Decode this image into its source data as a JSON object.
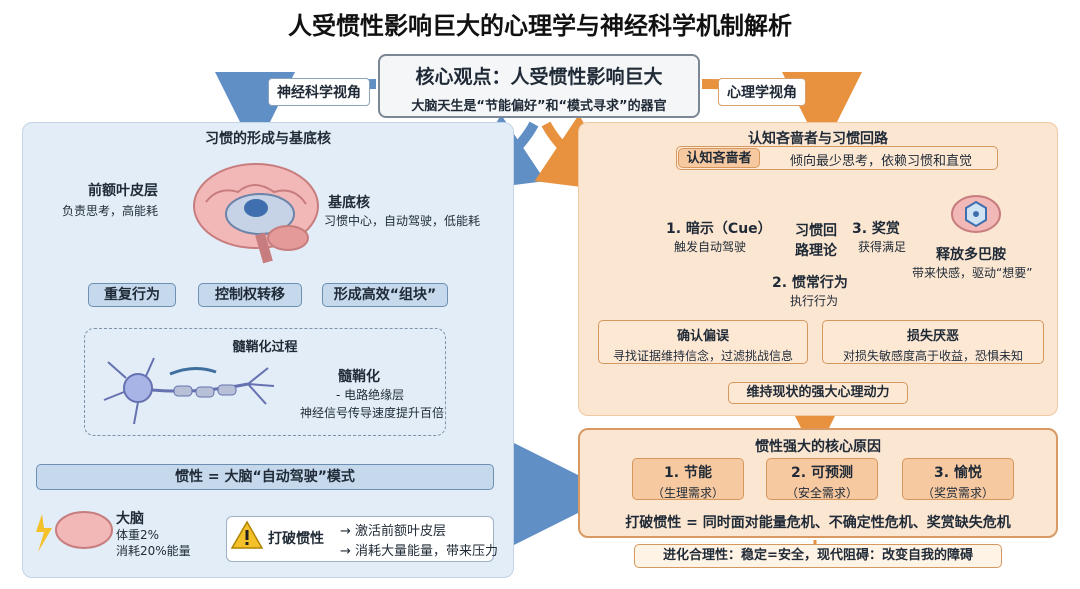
{
  "title": "人受惯性影响巨大的心理学与神经科学机制解析",
  "core": {
    "line1": "核心观点：人受惯性影响巨大",
    "line2": "大脑天生是“节能偏好”和“模式寻求”的器官"
  },
  "tags": {
    "left": "神经科学视角",
    "right": "心理学视角"
  },
  "left": {
    "section_title": "习惯的形成与基底核",
    "pfc": {
      "name": "前额叶皮层",
      "desc": "负责思考，高能耗"
    },
    "bg": {
      "name": "基底核",
      "desc": "习惯中心，自动驾驶，低能耗"
    },
    "flow": [
      "重复行为",
      "控制权转移",
      "形成高效“组块”"
    ],
    "myelin": {
      "title": "髓鞘化过程",
      "name": "髓鞘化",
      "d1": "- 电路绝缘层",
      "d2": "神经信号传导速度提升百倍"
    },
    "inertia": "惯性 = 大脑“自动驾驶”模式",
    "brain": {
      "name": "大脑",
      "l1": "体重2%",
      "l2": "消耗20%能量"
    },
    "break": {
      "label": "打破惯性",
      "r1": "→ 激活前额叶皮层",
      "r2": "→ 消耗大量能量，带来压力"
    }
  },
  "right": {
    "section_title": "认知吝啬者与习惯回路",
    "miser": {
      "label": "认知吝啬者",
      "desc": "倾向最少思考，依赖习惯和直觉"
    },
    "loop": {
      "center1": "习惯回",
      "center2": "路理论",
      "cue": "1. 暗示（Cue）",
      "cue_desc": "触发自动驾驶",
      "reward": "3. 奖赏",
      "reward_desc": "获得满足",
      "routine": "2. 惯常行为",
      "routine_desc": "执行行为"
    },
    "dopamine": {
      "name": "释放多巴胺",
      "desc": "带来快感，驱动“想要”"
    },
    "bias1": {
      "name": "确认偏误",
      "desc": "寻找证据维持信念，过滤挑战信息"
    },
    "bias2": {
      "name": "损失厌恶",
      "desc": "对损失敏感度高于收益，恐惧未知"
    },
    "status_quo": "维持现状的强大心理动力",
    "causes_title": "惯性强大的核心原因",
    "causes": [
      {
        "name": "1. 节能",
        "sub": "（生理需求）"
      },
      {
        "name": "2. 可预测",
        "sub": "（安全需求）"
      },
      {
        "name": "3. 愉悦",
        "sub": "（奖赏需求）"
      }
    ],
    "break_all": "打破惯性 = 同时面对能量危机、不确定性危机、奖赏缺失危机",
    "evolution": "进化合理性：稳定=安全，现代阻碍：改变自我的障碍"
  },
  "colors": {
    "blue": "#5f8fc4",
    "orange": "#e8913f"
  }
}
